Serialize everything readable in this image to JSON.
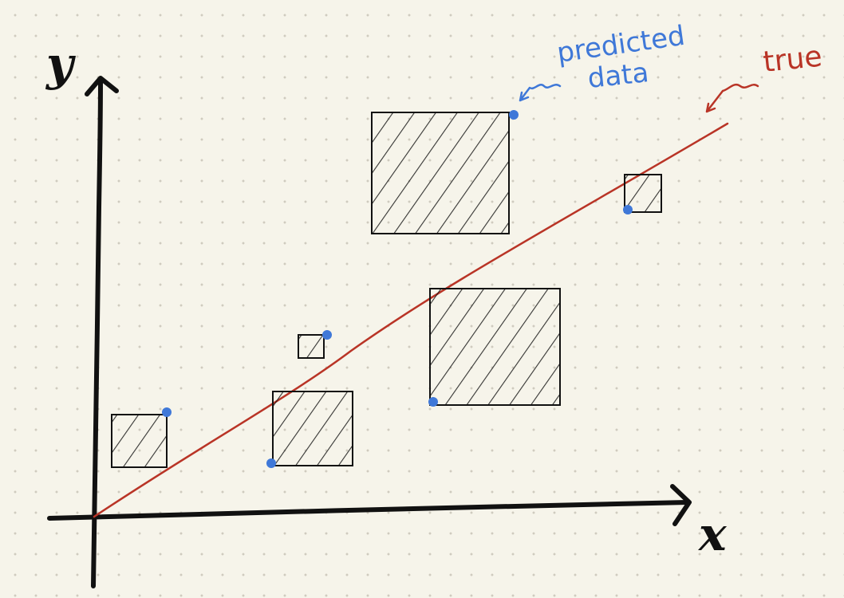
{
  "labels": {
    "x_axis": "x",
    "y_axis": "y",
    "predicted_line1": "predicted",
    "predicted_line2": "data",
    "true_label": "true"
  },
  "colors": {
    "background": "#f6f4ea",
    "grid_dot": "#cfcbbf",
    "ink": "#111111",
    "predicted": "#3f78d8",
    "true_line": "#b93426",
    "box_stroke": "#111111"
  },
  "icons": {
    "predicted_pointer": "curly-arrow-icon",
    "true_pointer": "curly-arrow-icon",
    "data_point": "dot-icon"
  }
}
